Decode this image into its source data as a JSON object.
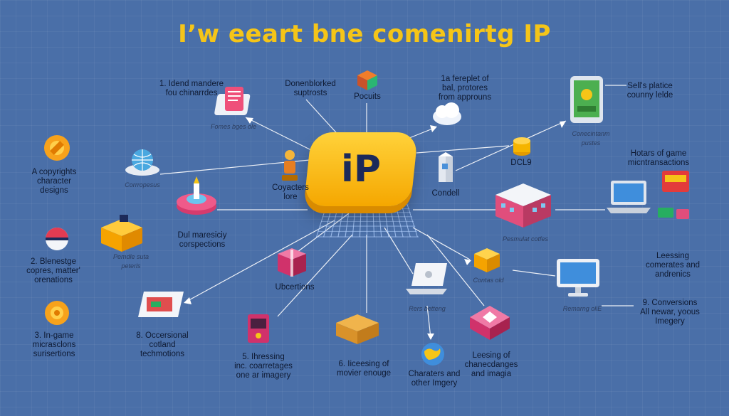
{
  "title": "I’w eeart bne comenirtg IP",
  "hub": {
    "label": "iP"
  },
  "nodes": {
    "top_left_list": "1. Idend mandere\nfou chinarrdes",
    "top_left_caption": "Fomes bges ole",
    "top_mid_text": "Donenblorked\nsuptrosts",
    "top_pocuits": "Pocuits",
    "top_right_text": "1a fereplet of\nbal, protores\nfrom approuns",
    "far_top_right": "Sell's platice\ncounny lelde",
    "far_top_right_caption": "Conecintanm pustes",
    "left_copyrights": "A copyrights\ncharacter\ndesigns",
    "globe_caption": "Corrropesus",
    "characters_lore": "Coyacters\nlore",
    "dcl": "DCL9",
    "condell": "Condell",
    "games_hours": "Hotars of game\nmicntransactions",
    "dui_label": "Dul maresiciy\ncorspections",
    "blocks_caption": "Pemdle suta\npeterls",
    "building_caption": "Pesmulat cotfes",
    "left_blenestge": "2. Blenestge\ncopres, matter'\norenations",
    "ubcertions": "Ubcertions",
    "contas_old": "Contas old",
    "licensing_right": "Leessing\ncomerates and\nandrenics",
    "game_mic": "3. In-game\nmicrasclons\nsurisertions",
    "occersional": "8. Occersional\ncotland\ntechmotions",
    "laptop_caption": "Rers betteng",
    "monitor_caption": "Remarng oliE",
    "conversions": "9. Conversions\nAll newar, yoous\nImegery",
    "increasing": "5. Ihressing\ninc. coarretages\none ar imagery",
    "licensing_movie": "6. Iiceesing of\nmovier enouge",
    "characters_other": "Charaters and\nother Imgery",
    "leesing_images": "Leesing of\nchanecdanges\nand imagia"
  },
  "colors": {
    "background": "#4a6fa8",
    "title": "#f5c518",
    "hub_top": "#ffd23a",
    "hub_bottom": "#f5a700",
    "link": "#ffffff"
  }
}
